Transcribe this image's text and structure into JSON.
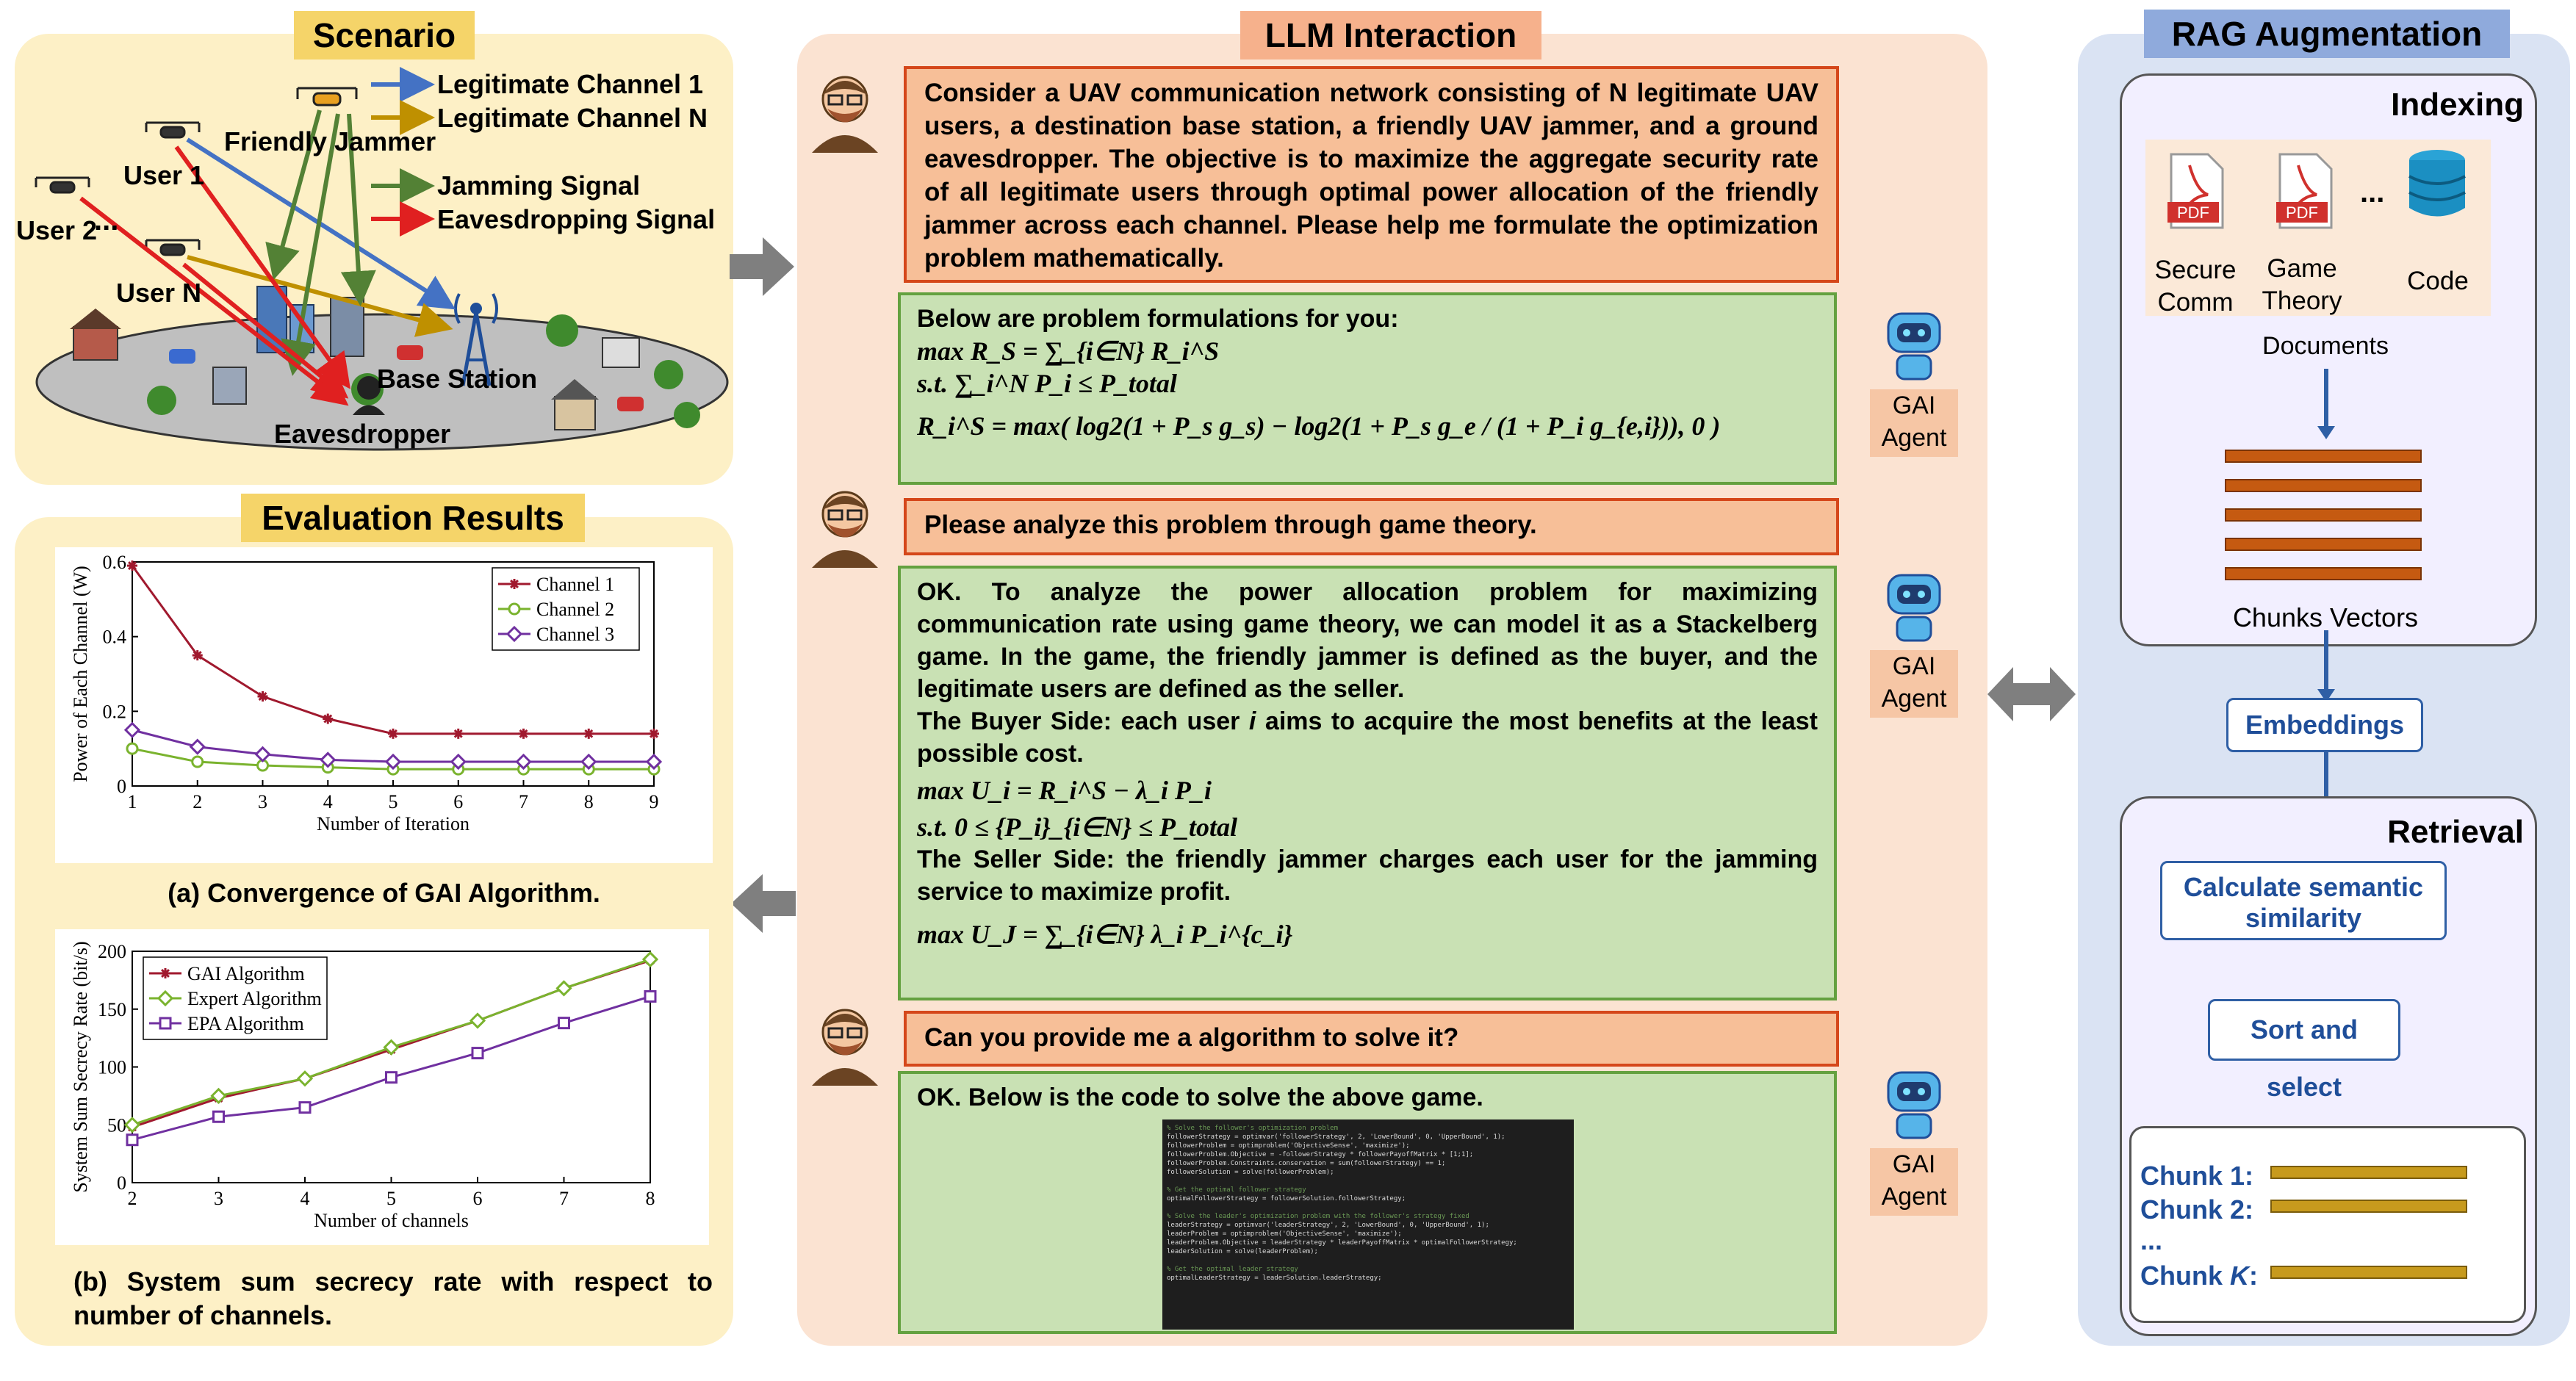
{
  "scenario": {
    "title": "Scenario",
    "legend": [
      "Legitimate Channel 1",
      "Legitimate Channel N",
      "Jamming Signal",
      "Eavesdropping Signal"
    ],
    "labels": {
      "friendly_jammer": "Friendly Jammer",
      "user1": "User 1",
      "user2": "User 2",
      "dots": "...",
      "userN": "User N",
      "base_station": "Base Station",
      "eavesdropper": "Eavesdropper"
    },
    "colors": {
      "ch1": "#4472c4",
      "chN": "#bf9000",
      "jam": "#538135",
      "eav": "#e02020",
      "panel": "#fdf0c6"
    }
  },
  "evaluation": {
    "title": "Evaluation Results",
    "caption_a": "(a) Convergence of GAI Algorithm.",
    "caption_b": "(b) System sum secrecy rate with respect to number of channels."
  },
  "chart_data": [
    {
      "type": "line",
      "xlabel": "Number of Iteration",
      "ylabel": "Power of Each Channel (W)",
      "xlim": [
        1,
        9
      ],
      "ylim": [
        0,
        0.6
      ],
      "x": [
        1,
        2,
        3,
        4,
        5,
        6,
        7,
        8,
        9
      ],
      "xticks": [
        "1",
        "2",
        "3",
        "4",
        "5",
        "6",
        "7",
        "8",
        "9"
      ],
      "yticks": [
        "0",
        "0.2",
        "0.4",
        "0.6"
      ],
      "legend_position": "top-right",
      "series": [
        {
          "name": "Channel 1",
          "color": "#a0192e",
          "marker": "star",
          "values": [
            0.59,
            0.35,
            0.24,
            0.18,
            0.14,
            0.14,
            0.14,
            0.14,
            0.14
          ]
        },
        {
          "name": "Channel 2",
          "color": "#7ab32e",
          "marker": "circle",
          "values": [
            0.1,
            0.065,
            0.055,
            0.05,
            0.045,
            0.045,
            0.045,
            0.045,
            0.045
          ]
        },
        {
          "name": "Channel 3",
          "color": "#7030a0",
          "marker": "diamond",
          "values": [
            0.15,
            0.105,
            0.085,
            0.07,
            0.065,
            0.065,
            0.065,
            0.065,
            0.065
          ]
        }
      ]
    },
    {
      "type": "line",
      "xlabel": "Number of channels",
      "ylabel": "System Sum Secrecy Rate (bit/s)",
      "xlim": [
        2,
        8
      ],
      "ylim": [
        0,
        200
      ],
      "x": [
        2,
        3,
        4,
        5,
        6,
        7,
        8
      ],
      "xticks": [
        "2",
        "3",
        "4",
        "5",
        "6",
        "7",
        "8"
      ],
      "yticks": [
        "0",
        "50",
        "100",
        "150",
        "200"
      ],
      "legend_position": "top-left",
      "series": [
        {
          "name": "GAI Algorithm",
          "color": "#a0192e",
          "marker": "star",
          "values": [
            48,
            73,
            90,
            115,
            140,
            168,
            192
          ]
        },
        {
          "name": "Expert Algorithm",
          "color": "#7ab32e",
          "marker": "diamond",
          "values": [
            50,
            75,
            90,
            117,
            140,
            168,
            193
          ]
        },
        {
          "name": "EPA Algorithm",
          "color": "#7030a0",
          "marker": "square",
          "values": [
            37,
            57,
            65,
            91,
            112,
            138,
            161
          ]
        }
      ]
    }
  ],
  "llm": {
    "title": "LLM Interaction",
    "q1": "Consider a UAV communication network consisting of N legitimate UAV users, a destination base station, a friendly UAV jammer, and a ground eavesdropper. The objective is to maximize the aggregate security rate of all legitimate users through optimal power allocation of the friendly jammer across each channel. Please help me formulate the optimization problem mathematically.",
    "a1_intro": "Below are problem formulations for you:",
    "a1_eq1": "max R_S = ∑_{i∈N} R_i^S",
    "a1_eq2": "s.t. ∑_i^N P_i ≤ P_total",
    "a1_eq3": "R_i^S = max( log2(1 + P_s g_s) − log2(1 + P_s g_e / (1 + P_i g_{e,i})), 0 )",
    "q2": "Please analyze this problem through game theory.",
    "a2_p1": "OK. To analyze the power allocation problem for maximizing communication rate using game theory, we can model it as a Stackelberg game. In the game, the friendly jammer is defined as the buyer, and the legitimate users are defined as the seller.",
    "a2_p2a": "The Buyer Side: each user ",
    "a2_p2i": "i",
    "a2_p2b": " aims to acquire the most benefits at the least possible cost.",
    "a2_eq1": "max U_i = R_i^S − λ_i P_i",
    "a2_eq2": "s.t. 0 ≤ {P_i}_{i∈N} ≤ P_total",
    "a2_p3": "The Seller Side: the friendly jammer charges each user for the jamming service to maximize profit.",
    "a2_eq3": "max U_J = ∑_{i∈N} λ_i P_i^{c_i}",
    "q3": "Can you provide me a algorithm to solve it?",
    "a3": "OK. Below is the code to solve the above game.",
    "agent_label": "GAI Agent",
    "code": [
      "% Solve the follower's optimization problem",
      "followerStrategy = optimvar('followerStrategy', 2, 'LowerBound', 0, 'UpperBound', 1);",
      "followerProblem = optimproblem('ObjectiveSense', 'maximize');",
      "followerProblem.Objective = -followerStrategy * followerPayoffMatrix * [1;1];",
      "followerProblem.Constraints.conservation = sum(followerStrategy) == 1;",
      "followerSolution = solve(followerProblem);",
      "",
      "% Get the optimal follower strategy",
      "optimalFollowerStrategy = followerSolution.followerStrategy;",
      "",
      "% Solve the leader's optimization problem with the follower's strategy fixed",
      "leaderStrategy = optimvar('leaderStrategy', 2, 'LowerBound', 0, 'UpperBound', 1);",
      "leaderProblem = optimproblem('ObjectiveSense', 'maximize');",
      "leaderProblem.Objective = leaderStrategy * leaderPayoffMatrix * optimalFollowerStrategy;",
      "leaderSolution = solve(leaderProblem);",
      "",
      "% Get the optimal leader strategy",
      "optimalLeaderStrategy = leaderSolution.leaderStrategy;"
    ]
  },
  "rag": {
    "title": "RAG Augmentation",
    "indexing": "Indexing",
    "doc_labels": [
      "Secure Comm",
      "Game Theory",
      "Code"
    ],
    "pdf_label": "PDF",
    "dots": "...",
    "documents": "Documents",
    "chunks_vectors": "Chunks Vectors",
    "embeddings": "Embeddings",
    "retrieval": "Retrieval",
    "calc": "Calculate semantic similarity",
    "sort": "Sort and select",
    "chunk1": "Chunk 1:",
    "chunk2": "Chunk 2:",
    "chunk_dots": "...",
    "chunkK_prefix": "Chunk ",
    "chunkK_k": "K",
    "chunkK_suffix": ":"
  }
}
